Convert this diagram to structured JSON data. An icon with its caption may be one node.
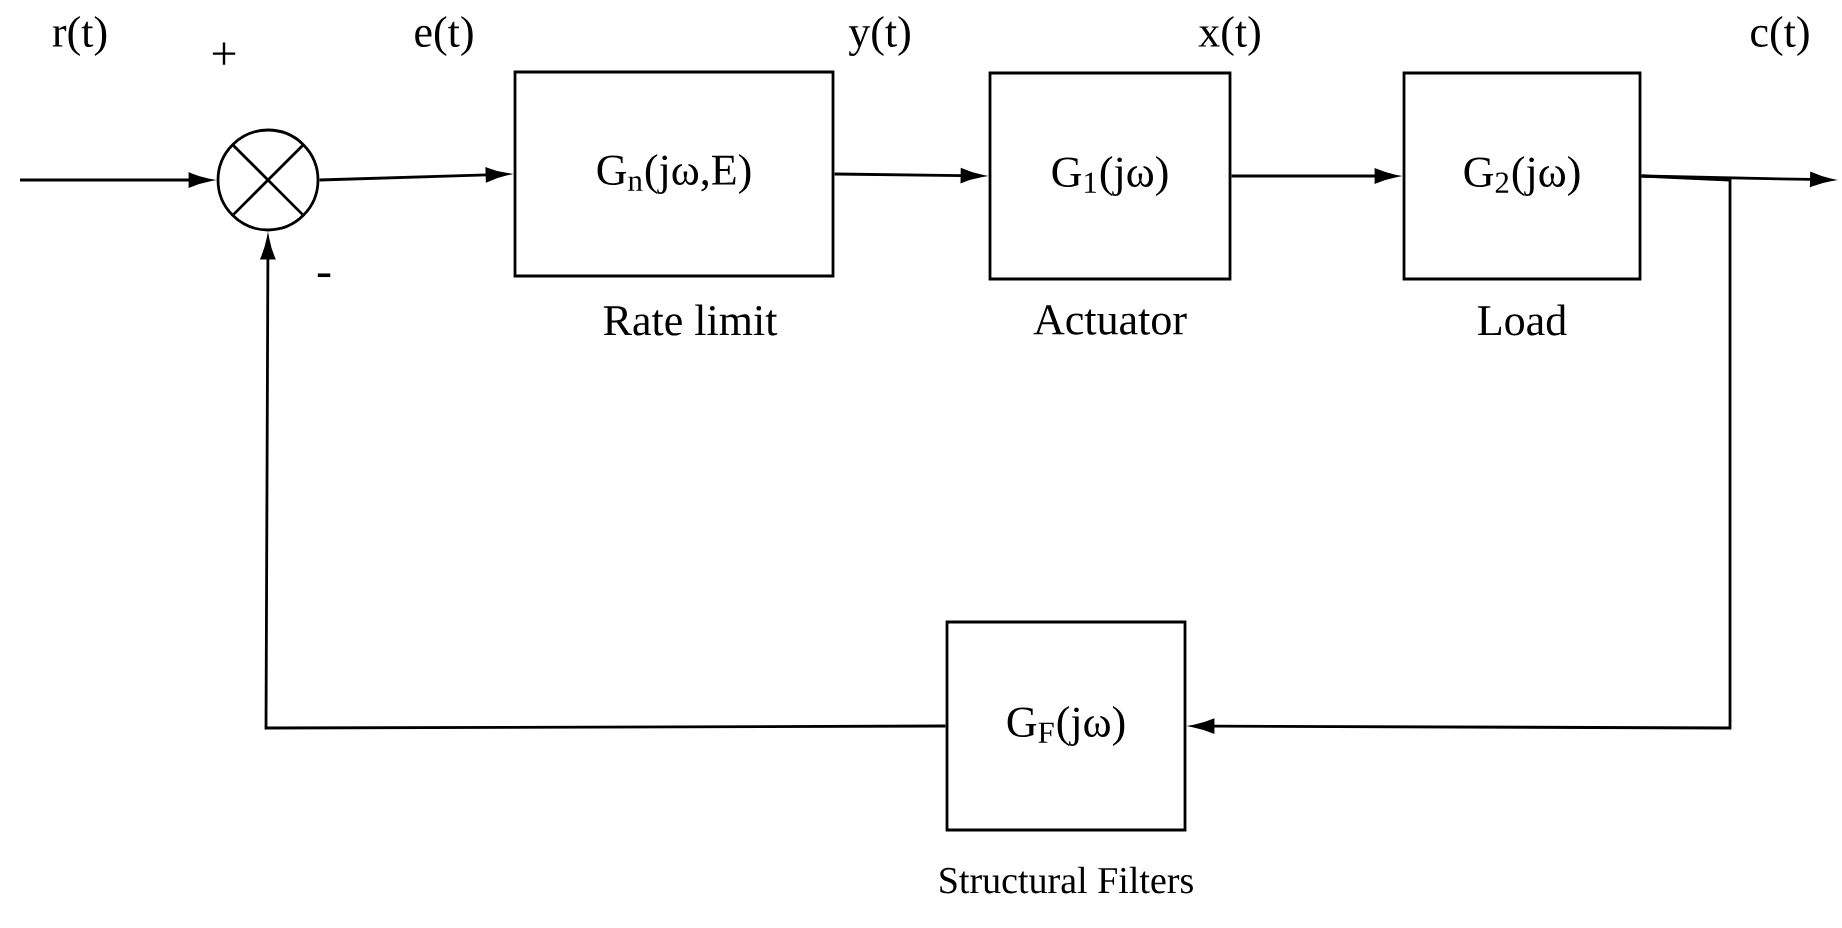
{
  "diagram": {
    "nodes": [
      {
        "text": [],
        "shape": "circle"
      },
      {
        "text": [
          "G$_{n}$(jω,E)"
        ],
        "beside": [
          "Rate limit"
        ]
      },
      {
        "text": [
          "G$_{1}$(jω)"
        ],
        "beside": [
          "Actuator"
        ]
      },
      {
        "text": [
          "G$_{2}$(jω)"
        ],
        "beside": [
          "Load"
        ]
      },
      {
        "text": [
          "G$_{F}$(jω)"
        ],
        "beside": [
          "Structural Filters"
        ]
      }
    ],
    "edges": [
      {
        "from": null,
        "to": 0,
        "arrow": "to",
        "label": "r(t)"
      },
      {
        "from": 0,
        "to": 1,
        "arrow": "to",
        "label": "e(t)"
      },
      {
        "from": 1,
        "to": 2,
        "arrow": "to",
        "label": "y(t)"
      },
      {
        "from": 2,
        "to": 3,
        "arrow": "to",
        "label": "x(t)"
      },
      {
        "from": 3,
        "to": null,
        "arrow": "to",
        "label": "c(t)"
      },
      {
        "from": 3,
        "to": 4,
        "arrow": "to"
      },
      {
        "from": 4,
        "to": 0,
        "arrow": "to"
      }
    ],
    "labels": [
      "+",
      "-"
    ]
  }
}
